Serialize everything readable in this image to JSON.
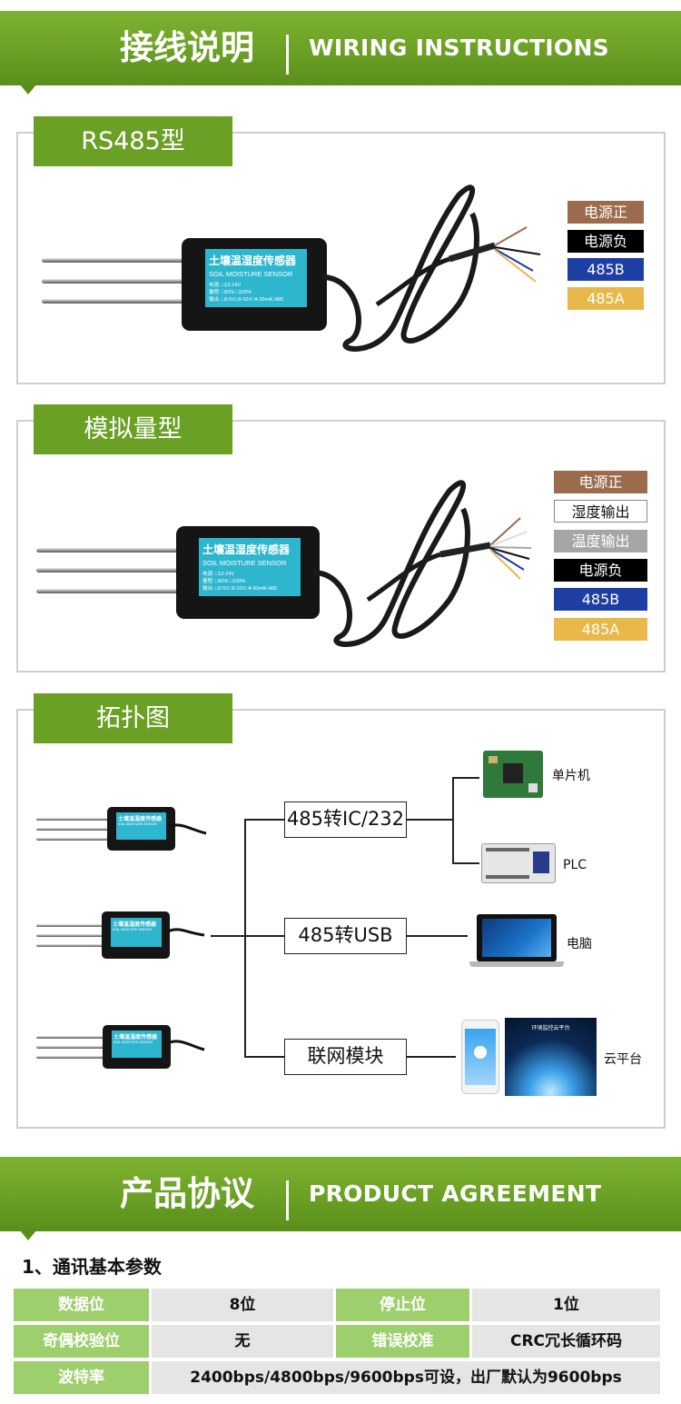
{
  "wiring_banner": {
    "cn": "接线说明",
    "en": "WIRING INSTRUCTIONS"
  },
  "rs485_section": {
    "tab": "RS485型",
    "sensor_label": {
      "title": "土壤温湿度传感器",
      "subtitle": "SOIL MOISTURE SENSOR",
      "power": "电源: □12-24V",
      "range": "量程: □50%  □100%",
      "output": "输出: □0-5V□0-10V□4-20mA□485"
    },
    "wires": [
      {
        "label": "电源正",
        "color": "#9c6b4e",
        "text_color": "#ffffff"
      },
      {
        "label": "电源负",
        "color": "#000000",
        "text_color": "#ffffff"
      },
      {
        "label": "485B",
        "color": "#1f3ea3",
        "text_color": "#ffffff"
      },
      {
        "label": "485A",
        "color": "#e8b84a",
        "text_color": "#ffffff"
      }
    ]
  },
  "analog_section": {
    "tab": "模拟量型",
    "sensor_label": {
      "title": "土壤温湿度传感器",
      "subtitle": "SOIL MOISTURE SENSOR",
      "power": "电源: □12-24V",
      "range": "量程: □50%  □100%",
      "output": "输出: □0-5V□0-10V□4-20mA□485"
    },
    "wires": [
      {
        "label": "电源正",
        "color": "#9c6b4e",
        "text_color": "#ffffff"
      },
      {
        "label": "湿度输出",
        "color": "#ffffff",
        "text_color": "#111111"
      },
      {
        "label": "温度输出",
        "color": "#a6a6a6",
        "text_color": "#ffffff"
      },
      {
        "label": "电源负",
        "color": "#000000",
        "text_color": "#ffffff"
      },
      {
        "label": "485B",
        "color": "#1f3ea3",
        "text_color": "#ffffff"
      },
      {
        "label": "485A",
        "color": "#e8b84a",
        "text_color": "#ffffff"
      }
    ]
  },
  "topology_section": {
    "tab": "拓扑图",
    "sensor_label": {
      "title": "土壤温湿度传感器",
      "subtitle": "SOIL MOISTURE SENSOR"
    },
    "converters": [
      "485转IC/232",
      "485转USB",
      "联网模块"
    ],
    "devices": {
      "mcu": "单片机",
      "plc": "PLC",
      "pc": "电脑",
      "cloud": "云平台"
    },
    "cloud_screen_title": "环境监控云平台"
  },
  "agreement_banner": {
    "cn": "产品协议",
    "en": "PRODUCT AGREEMENT"
  },
  "comm_params": {
    "title": "1、通讯基本参数",
    "rows": [
      {
        "k1": "数据位",
        "v1": "8位",
        "k2": "停止位",
        "v2": "1位"
      },
      {
        "k1": "奇偶校验位",
        "v1": "无",
        "k2": "错误校准",
        "v2": "CRC冗长循环码"
      },
      {
        "k1": "波特率",
        "v1": "2400bps/4800bps/9600bps可设，出厂默认为9600bps"
      }
    ]
  }
}
